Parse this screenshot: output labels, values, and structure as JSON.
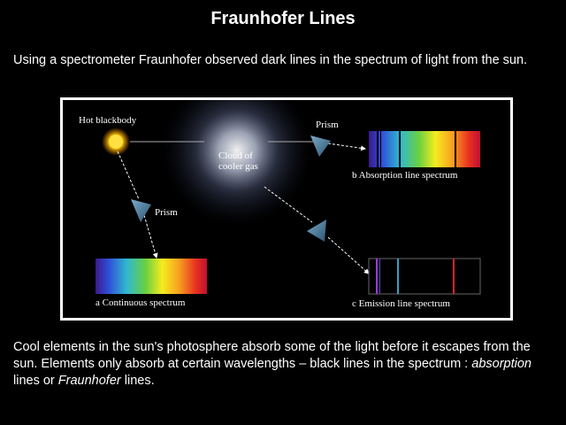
{
  "title": "Fraunhofer Lines",
  "intro": "Using a spectrometer Fraunhofer observed dark lines in the spectrum of light from the sun.",
  "diagram": {
    "hot_blackbody": "Hot blackbody",
    "cloud_line1": "Cloud of",
    "cloud_line2": "cooler gas",
    "prism_top": "Prism",
    "prism_left": "Prism",
    "label_a": "a  Continuous spectrum",
    "label_b": "b  Absorption line spectrum",
    "label_c": "c  Emission line spectrum"
  },
  "outro": {
    "part1": "Cool elements in the sun's photosphere absorb some of the light before it escapes from the sun. Elements only absorb at certain wavelengths – black lines in the spectrum : ",
    "em1": "absorption",
    "part2": " lines or ",
    "em2": "Fraunhofer",
    "part3": " lines."
  },
  "colors": {
    "background": "#000000",
    "text": "#ffffff",
    "frame": "#ffffff",
    "prism": "#4a7d9a",
    "sun": "#ffcc00"
  }
}
